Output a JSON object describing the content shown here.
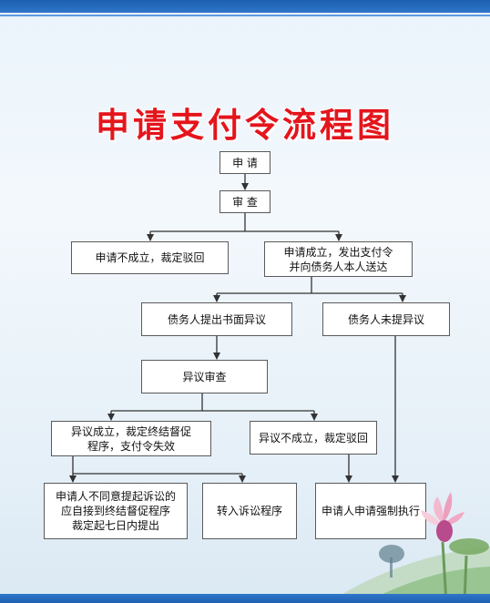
{
  "title": "申请支付令流程图",
  "nodes": {
    "apply": "申 请",
    "review": "审 查",
    "rejected": "申请不成立，裁定驳回",
    "issued": "申请成立，发出支付令\n并向债务人本人送达",
    "objection": "债务人提出书面异议",
    "no_objection": "债务人未提异议",
    "objection_review": "异议审查",
    "objection_valid": "异议成立，裁定终结督促\n程序，支付令失效",
    "objection_invalid": "异议不成立，裁定驳回",
    "disagree": "申请人不同意提起诉讼的\n应自接到终结督促程序\n裁定起七日内提出",
    "litigation": "转入诉讼程序",
    "enforcement": "申请人申请强制执行"
  },
  "colors": {
    "title": "#e4151c",
    "frame": "#1d5fb1",
    "line": "#333333"
  }
}
